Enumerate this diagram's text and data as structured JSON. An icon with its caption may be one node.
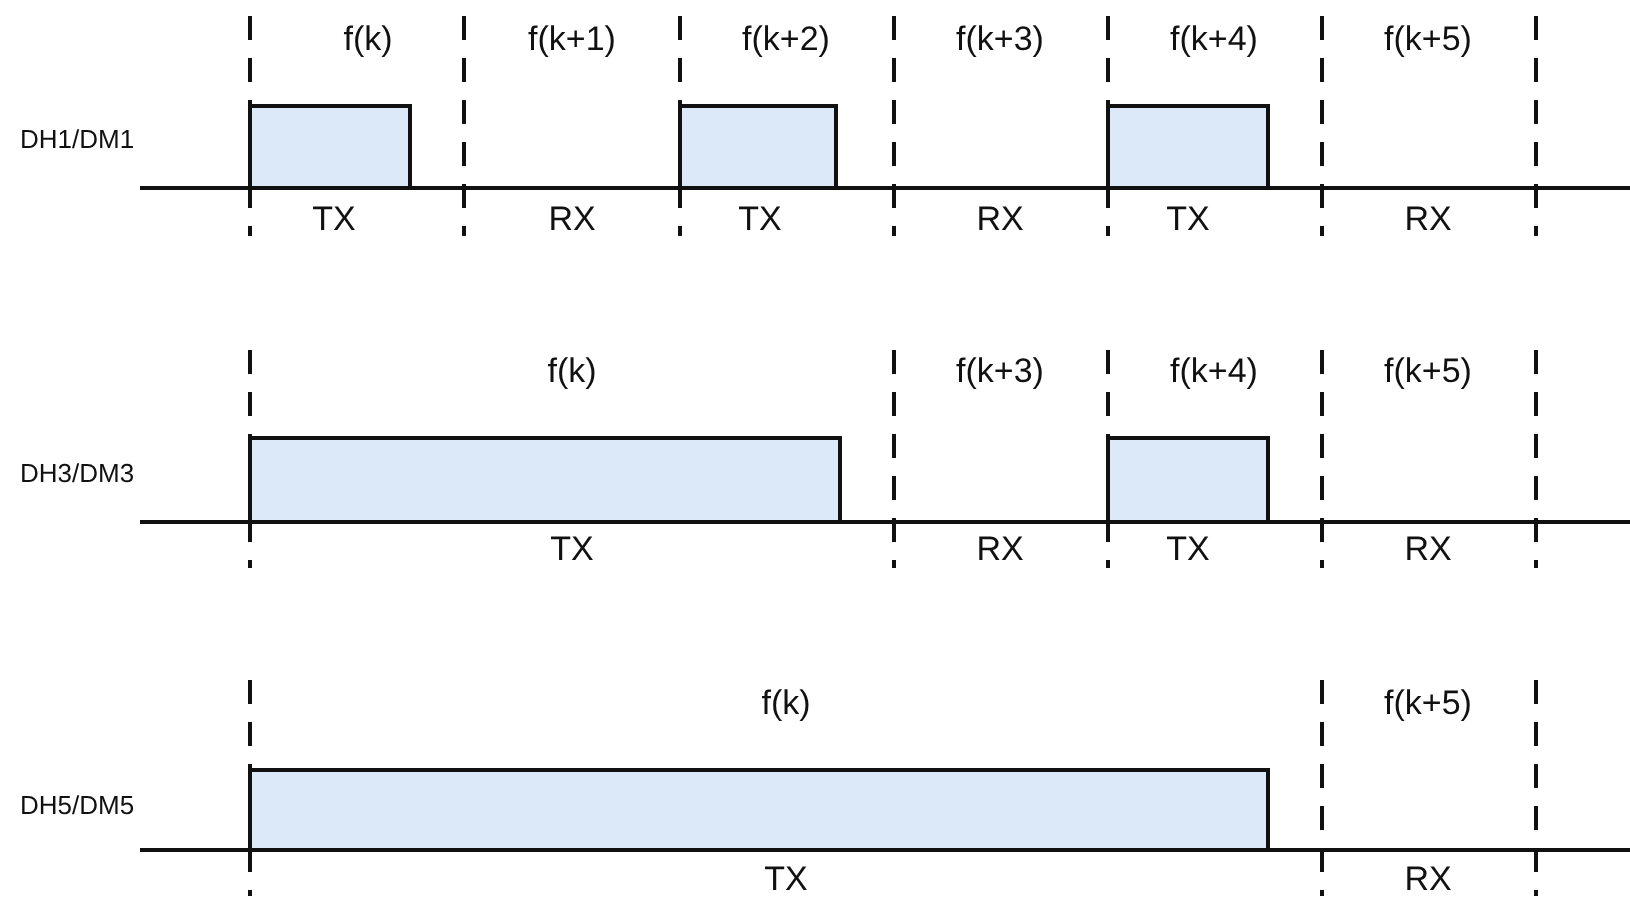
{
  "diagram": {
    "labels": [
      "f(k)",
      "f(k+1)",
      "f(k+2)",
      "f(k+3)",
      "f(k+4)",
      "f(k+5)",
      "DH1/DM1",
      "TX",
      "RX",
      "TX",
      "RX",
      "TX",
      "RX",
      "f(k)",
      "f(k+3)",
      "f(k+4)",
      "f(k+5)",
      "DH3/DM3",
      "TX",
      "RX",
      "TX",
      "RX",
      "f(k)",
      "f(k+5)",
      "DH5/DM5",
      "TX",
      "RX"
    ]
  }
}
